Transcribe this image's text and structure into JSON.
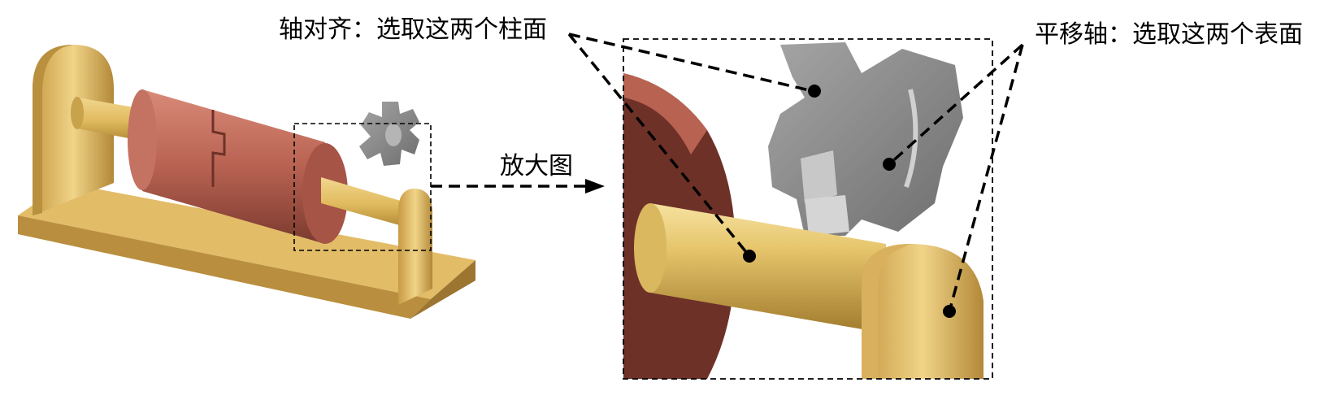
{
  "labels": {
    "axis_align": "轴对齐：选取这两个柱面",
    "translate_axis": "平移轴：选取这两个表面",
    "zoom_view": "放大图"
  },
  "colors": {
    "base_gold": "#D9B060",
    "shaft_gold": "#E0BA5E",
    "coupling_red": "#B86252",
    "coupling_dark": "#6E3128",
    "gear_gray": "#8C8C8C",
    "gear_light": "#C8C8C8",
    "line": "#000000"
  },
  "icons": [
    "dashed-leader-line",
    "arrow-right",
    "pick-point-dot"
  ]
}
